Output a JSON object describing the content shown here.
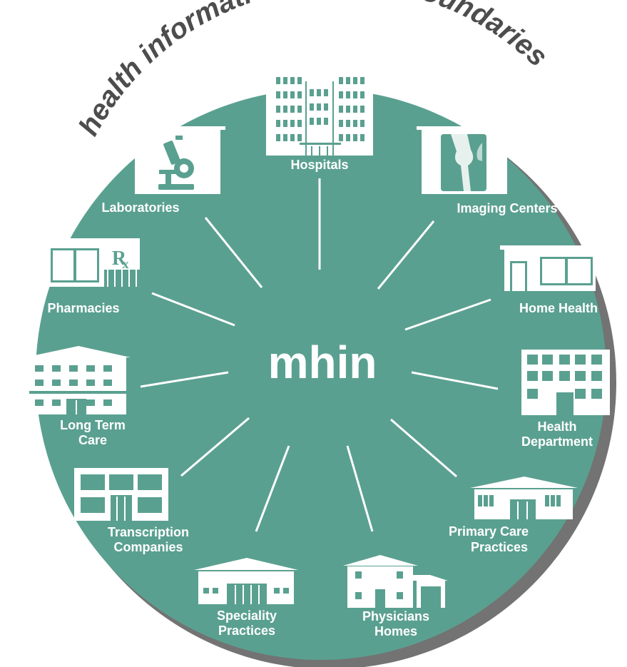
{
  "tagline": "health information without boundaries",
  "center_label": "mhin",
  "colors": {
    "circle": "#5aa090",
    "circle_shadow": "#5b5b5b",
    "ink": "#ffffff",
    "tagline": "#4d4d4d"
  },
  "nodes": {
    "hospitals": {
      "label": "Hospitals",
      "icon": "hospital-building-icon"
    },
    "imaging": {
      "label": "Imaging Centers",
      "icon": "knee-xray-icon"
    },
    "home_health": {
      "label": "Home Health",
      "icon": "storefront-icon"
    },
    "health_dept": {
      "line1": "Health",
      "line2": "Department",
      "icon": "office-building-icon"
    },
    "primary_care": {
      "line1": "Primary Care",
      "line2": "Practices",
      "icon": "clinic-house-icon"
    },
    "physicians_homes": {
      "line1": "Physicians",
      "line2": "Homes",
      "icon": "two-story-house-icon"
    },
    "speciality": {
      "line1": "Speciality",
      "line2": "Practices",
      "icon": "office-house-icon"
    },
    "transcription": {
      "line1": "Transcription",
      "line2": "Companies",
      "icon": "office-block-icon"
    },
    "long_term": {
      "line1": "Long Term",
      "line2": "Care",
      "icon": "care-facility-icon"
    },
    "pharmacies": {
      "label": "Pharmacies",
      "icon": "rx-pharmacy-icon"
    },
    "laboratories": {
      "label": "Laboratories",
      "icon": "microscope-icon"
    }
  }
}
